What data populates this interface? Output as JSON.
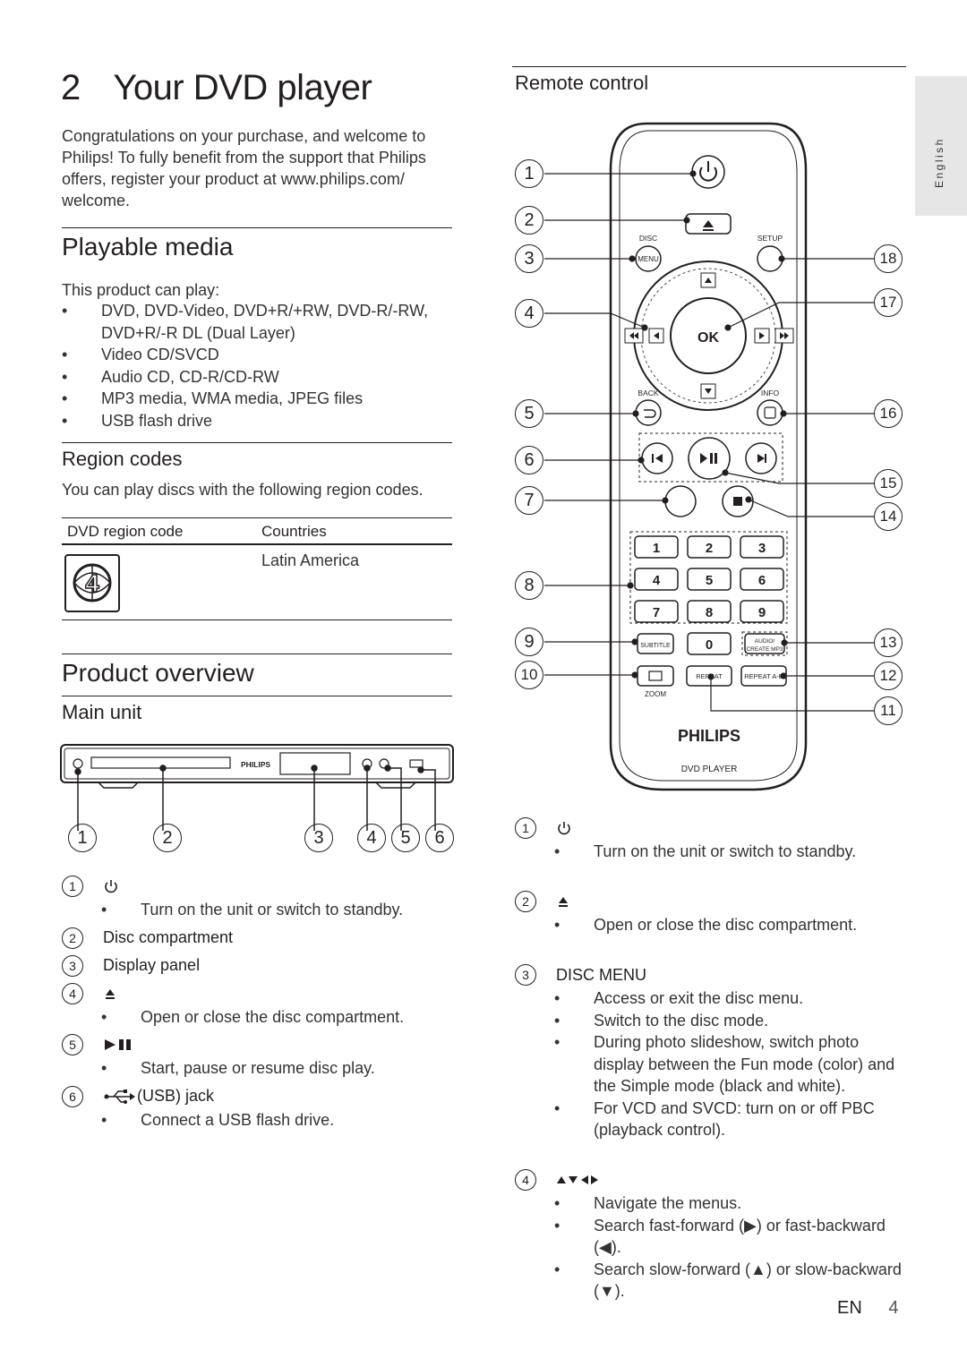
{
  "side_tab": {
    "label": "English"
  },
  "chapter": {
    "number": "2",
    "title": "Your DVD player"
  },
  "intro": "Congratulations on your purchase, and welcome to Philips! To fully benefit from the support that Philips offers, register your product at www.philips.com/ welcome.",
  "playable_media": {
    "title": "Playable media",
    "lead": "This product can play:",
    "items": [
      "DVD, DVD-Video, DVD+R/+RW, DVD-R/-RW, DVD+R/-R DL (Dual Layer)",
      "Video CD/SVCD",
      "Audio CD, CD-R/CD-RW",
      "MP3 media, WMA media, JPEG files",
      "USB flash drive"
    ]
  },
  "region_codes": {
    "title": "Region codes",
    "lead": "You can play discs with the following region codes.",
    "col_code": "DVD region code",
    "col_countries": "Countries",
    "region_number": "4",
    "country": "Latin America"
  },
  "product_overview": {
    "title": "Product overview",
    "main_unit_title": "Main unit"
  },
  "main_unit_device": {
    "brand": "PHILIPS"
  },
  "main_unit_callouts": [
    "1",
    "2",
    "3",
    "4",
    "5",
    "6"
  ],
  "main_unit_items": [
    {
      "num": "1",
      "icon": "power-icon",
      "label": "",
      "bullets": [
        "Turn on the unit or switch to standby."
      ]
    },
    {
      "num": "2",
      "icon": "",
      "label": "Disc compartment",
      "bullets": []
    },
    {
      "num": "3",
      "icon": "",
      "label": "Display panel",
      "bullets": []
    },
    {
      "num": "4",
      "icon": "eject-icon",
      "label": "",
      "bullets": [
        "Open or close the disc compartment."
      ]
    },
    {
      "num": "5",
      "icon": "play-pause-icon",
      "label": "",
      "bullets": [
        "Start, pause or resume disc play."
      ]
    },
    {
      "num": "6",
      "icon": "usb-icon",
      "label": "(USB) jack",
      "bullets": [
        "Connect a USB flash drive."
      ]
    }
  ],
  "remote": {
    "title": "Remote control",
    "labels": {
      "disc": "DISC",
      "menu": "MENU",
      "setup": "SETUP",
      "ok": "OK",
      "back": "BACK",
      "info": "INFO",
      "subtitle": "SUBTITLE",
      "audio": "AUDIO/",
      "create_mp3": "CREATE MP3",
      "repeat": "REPEAT",
      "repeat_ab": "REPEAT A-B",
      "zoom": "ZOOM",
      "brand": "PHILIPS",
      "model": "DVD PLAYER"
    },
    "digits": [
      "1",
      "2",
      "3",
      "4",
      "5",
      "6",
      "7",
      "8",
      "9",
      "0"
    ],
    "callouts_left": [
      "1",
      "2",
      "3",
      "4",
      "5",
      "6",
      "7",
      "8",
      "9",
      "10"
    ],
    "callouts_right": [
      "18",
      "17",
      "16",
      "15",
      "14",
      "13",
      "12",
      "11"
    ]
  },
  "remote_items": [
    {
      "num": "1",
      "icon": "power-icon",
      "label": "",
      "bullets": [
        "Turn on the unit or switch to standby."
      ]
    },
    {
      "num": "2",
      "icon": "eject-icon",
      "label": "",
      "bullets": [
        "Open or close the disc compartment."
      ]
    },
    {
      "num": "3",
      "icon": "",
      "label": "DISC MENU",
      "bullets": [
        "Access or exit the disc menu.",
        "Switch to the disc mode.",
        "During photo slideshow, switch photo display between the Fun mode (color) and the Simple mode (black and white).",
        "For VCD and SVCD: turn on or off PBC (playback control)."
      ]
    },
    {
      "num": "4",
      "icon": "navigation-arrows-icon",
      "label": "",
      "bullets": [
        "Navigate the menus.",
        "Search fast-forward (▶) or fast-backward (◀).",
        "Search slow-forward (▲) or slow-backward (▼)."
      ]
    }
  ],
  "footer": {
    "lang": "EN",
    "page": "4"
  }
}
